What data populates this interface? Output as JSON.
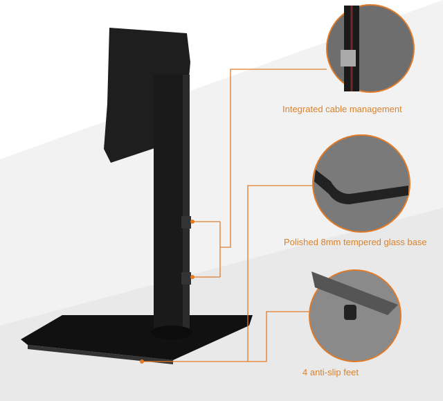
{
  "features": [
    {
      "label": "Integrated cable management"
    },
    {
      "label": "Polished 8mm tempered glass base"
    },
    {
      "label": "4 anti-slip feet"
    }
  ],
  "colors": {
    "accent": "#e07b2a",
    "stand": "#1c1c1c",
    "detail_bg": "#7a7a7a"
  }
}
